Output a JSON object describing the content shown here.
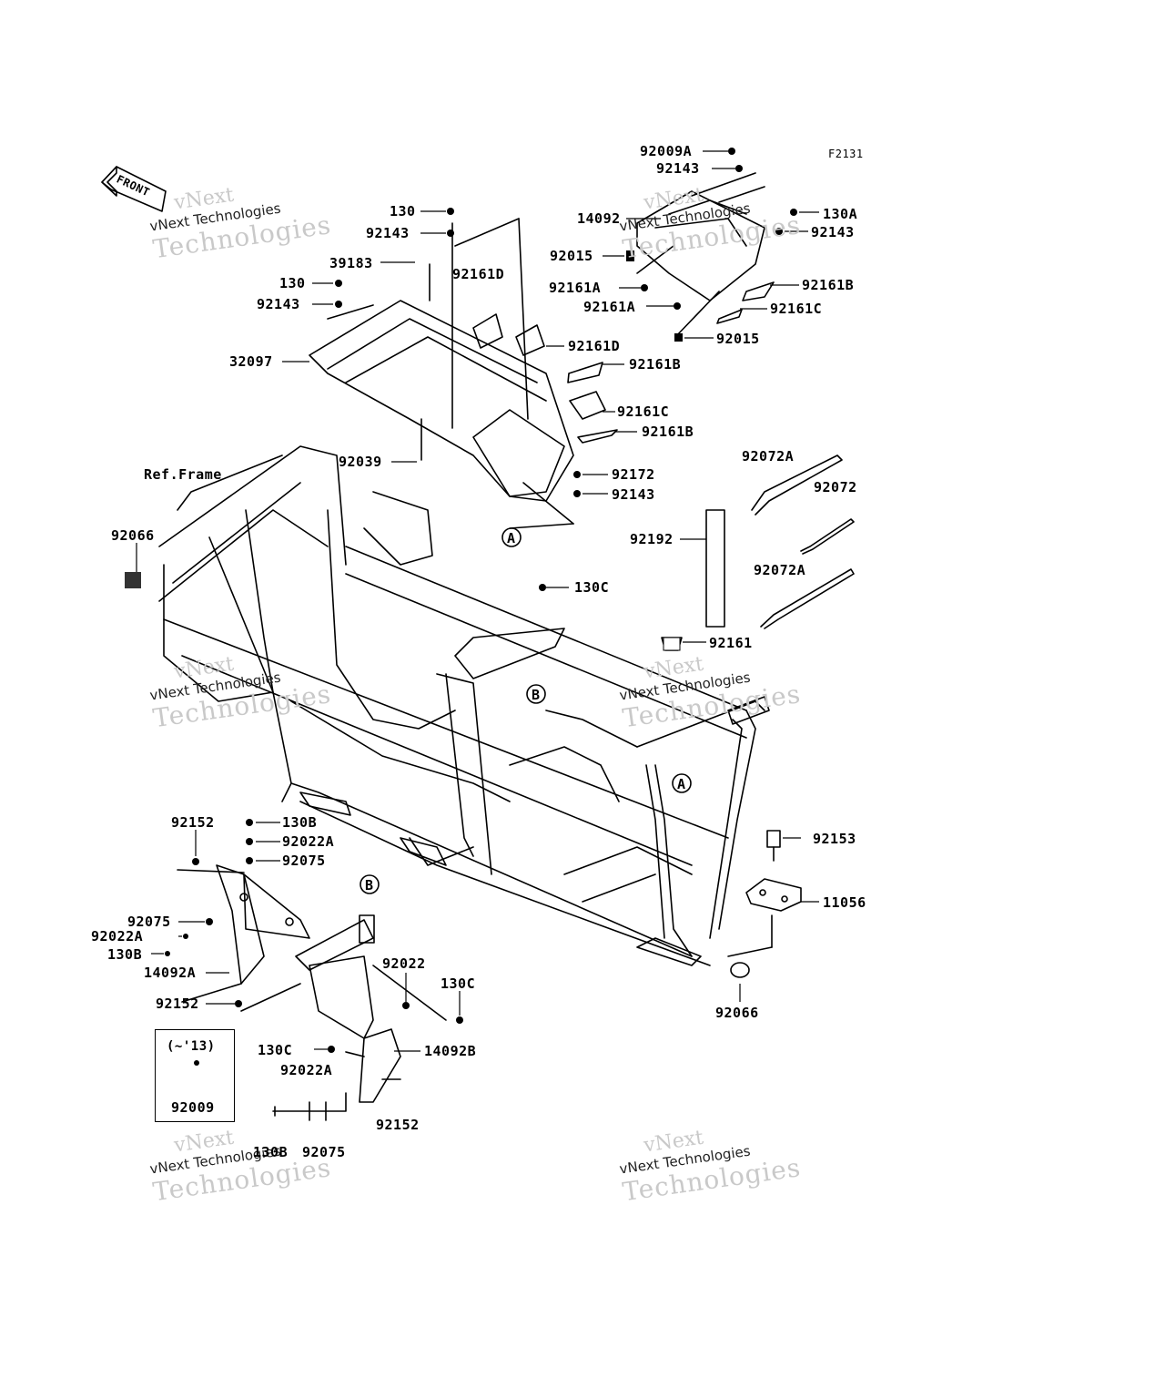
{
  "figure_code": "F2131",
  "front_label": "FRONT",
  "ref_frame": "Ref.Frame",
  "callouts": {
    "A": "A",
    "B": "B"
  },
  "note_box": {
    "range": "(~'13)",
    "part": "92009"
  },
  "watermark": {
    "line1": "vNext",
    "line2": "vNext Technologies",
    "line3": "Technologies"
  },
  "parts": [
    "92009A",
    "92143",
    "14092",
    "130A",
    "92143",
    "92015",
    "92161B",
    "92161A",
    "92161A",
    "92161C",
    "92015",
    "130",
    "92143",
    "39183",
    "92161D",
    "130",
    "92143",
    "92161D",
    "32097",
    "92161B",
    "92161C",
    "92161B",
    "92039",
    "92172",
    "92143",
    "92066",
    "92072A",
    "92072",
    "92192",
    "92072A",
    "130C",
    "92161",
    "92152",
    "130B",
    "92022A",
    "92075",
    "92075",
    "92022A",
    "130B",
    "14092A",
    "92152",
    "92022",
    "130C",
    "130C",
    "14092B",
    "92022A",
    "92152",
    "130B",
    "92075",
    "92153",
    "11056",
    "92066"
  ]
}
